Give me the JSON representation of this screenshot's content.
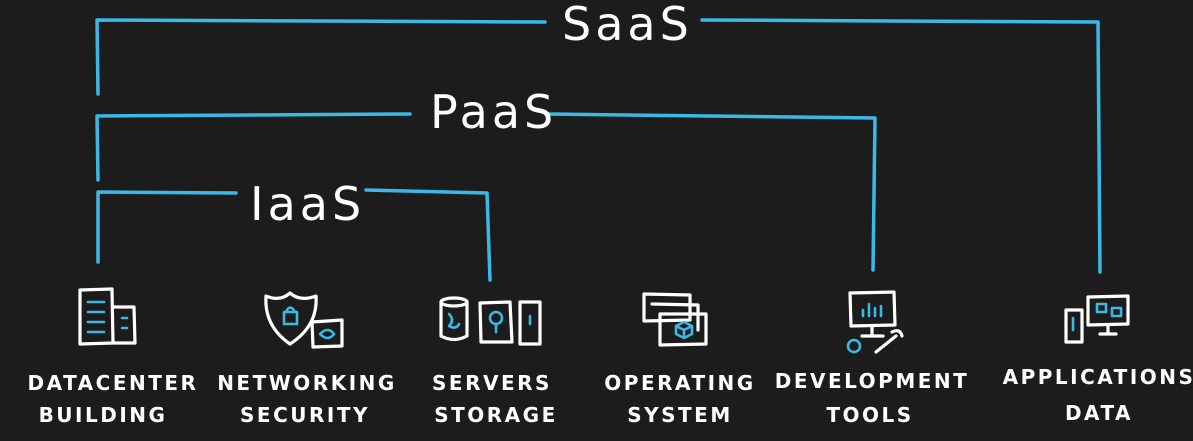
{
  "tiers": [
    {
      "key": "saas",
      "label": "SaaS"
    },
    {
      "key": "paas",
      "label": "PaaS"
    },
    {
      "key": "iaas",
      "label": "IaaS"
    }
  ],
  "items": [
    {
      "key": "datacenter",
      "line1": "DATACENTER",
      "line2": "BUILDING",
      "icon": "datacenter-building-icon"
    },
    {
      "key": "networking",
      "line1": "NETWORKING",
      "line2": "SECURITY",
      "icon": "shield-lock-icon"
    },
    {
      "key": "servers",
      "line1": "SERVERS",
      "line2": "STORAGE",
      "icon": "server-storage-icon"
    },
    {
      "key": "os",
      "line1": "OPERATING",
      "line2": "SYSTEM",
      "icon": "windows-stack-icon"
    },
    {
      "key": "devtools",
      "line1": "DEVELOPMENT",
      "line2": "TOOLS",
      "icon": "monitor-wrench-icon"
    },
    {
      "key": "apps",
      "line1": "APPLICATIONS",
      "line2": "DATA",
      "icon": "devices-apps-icon"
    }
  ],
  "colors": {
    "background": "#1c1c1c",
    "bracket": "#3ab8e6",
    "text": "#ffffff"
  }
}
